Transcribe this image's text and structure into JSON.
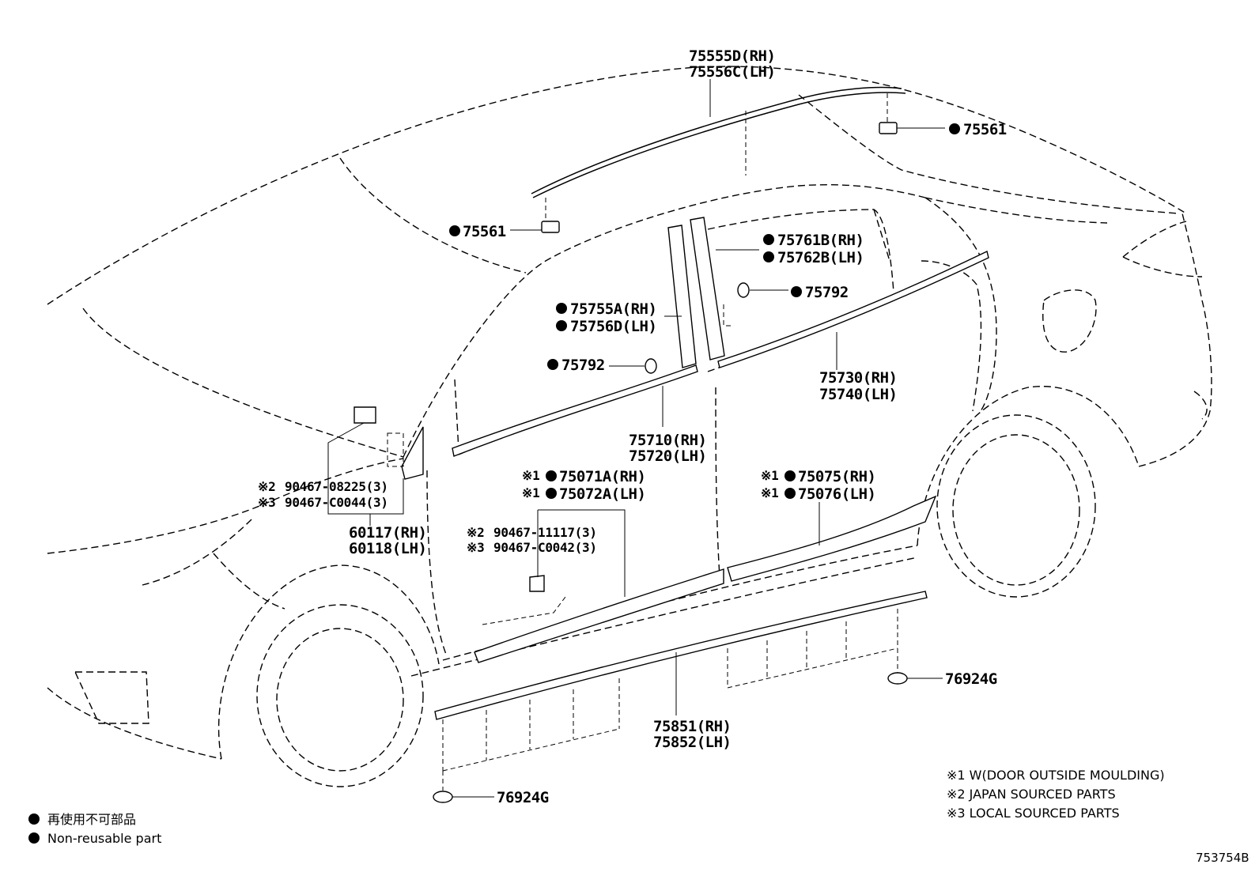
{
  "diagram": {
    "callouts": {
      "roof_rh": "75555D(RH)",
      "roof_lh": "75556C(LH)",
      "clip_rear": "75561",
      "clip_front": "75561",
      "pillar_rear_rh": "75761B(RH)",
      "pillar_rear_lh": "75762B(LH)",
      "emblem_rear": "75792",
      "pillar_front_rh": "75755A(RH)",
      "pillar_front_lh": "75756D(LH)",
      "emblem_front": "75792",
      "belt_rear_rh": "75730(RH)",
      "belt_rear_lh": "75740(LH)",
      "belt_front_rh": "75710(RH)",
      "belt_front_lh": "75720(LH)",
      "side_front_rh": "75071A(RH)",
      "side_front_lh": "75072A(LH)",
      "side_rear_rh": "75075(RH)",
      "side_rear_lh": "75076(LH)",
      "bolt_front_a": "90467-08225(3)",
      "bolt_front_b": "90467-C0044(3)",
      "bolt_door_a": "90467-11117(3)",
      "bolt_door_b": "90467-C0042(3)",
      "garnish_rh": "60117(RH)",
      "garnish_lh": "60118(LH)",
      "rocker_rh": "75851(RH)",
      "rocker_lh": "75852(LH)",
      "nut_front": "76924G",
      "nut_rear": "76924G"
    },
    "marks": {
      "m1": "※1",
      "m2": "※2",
      "m3": "※3"
    },
    "legend": {
      "jp": "再使用不可部品",
      "en": "Non-reusable part"
    },
    "notes": {
      "n1": "※1 W(DOOR OUTSIDE MOULDING)",
      "n2": "※2 JAPAN SOURCED PARTS",
      "n3": "※3 LOCAL SOURCED PARTS"
    },
    "ref": "753754B"
  }
}
